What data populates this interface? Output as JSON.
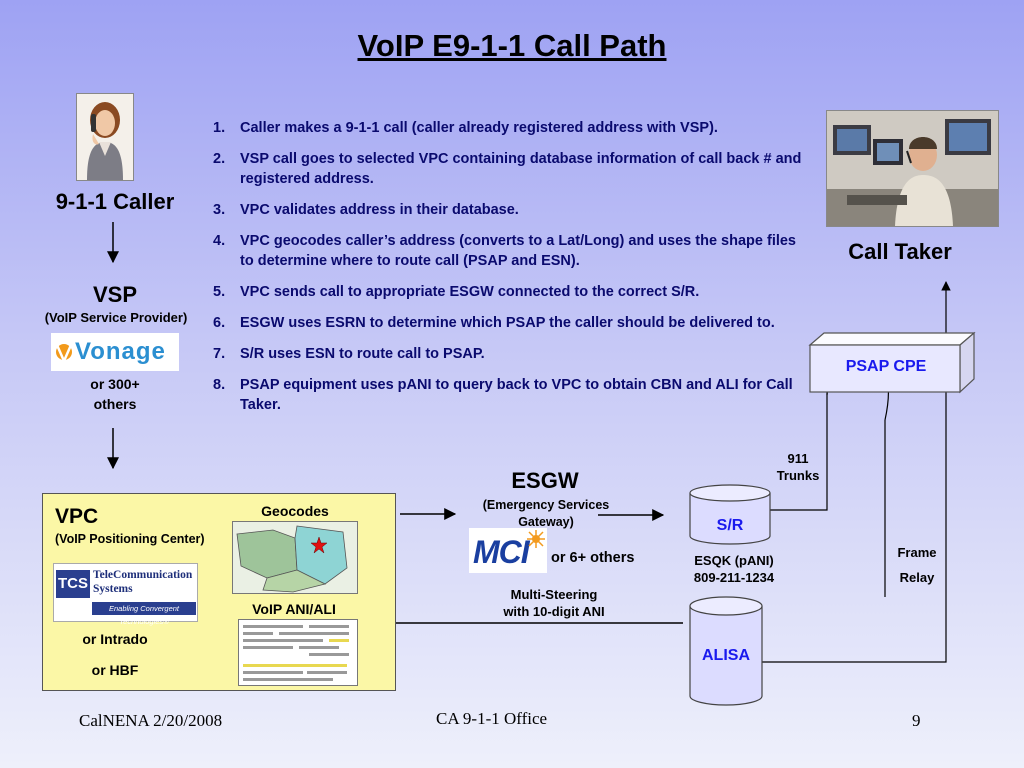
{
  "title": "VoIP E9-1-1 Call Path",
  "steps": [
    {
      "num": "1.",
      "text": "Caller makes a 9-1-1 call (caller already registered address with VSP)."
    },
    {
      "num": "2.",
      "text": "VSP call goes to selected VPC containing database information of call back # and registered address."
    },
    {
      "num": "3.",
      "text": "VPC validates address in their database."
    },
    {
      "num": "4.",
      "text": "VPC geocodes caller’s address (converts to a Lat/Long) and uses the shape files to determine where to route call (PSAP and ESN)."
    },
    {
      "num": "5.",
      "text": "VPC sends call to appropriate ESGW connected to the correct S/R."
    },
    {
      "num": "6.",
      "text": "ESGW uses ESRN to determine which PSAP the caller should be delivered to."
    },
    {
      "num": "7.",
      "text": "S/R uses ESN to route call to PSAP."
    },
    {
      "num": "8.",
      "text": "PSAP equipment uses pANI to query back to VPC to obtain CBN and ALI for Call Taker."
    }
  ],
  "caller": {
    "label": "9-1-1 Caller"
  },
  "vsp": {
    "label": "VSP",
    "sublabel": "(VoIP Service Provider)",
    "logo": "Vonage",
    "others_line1": "or 300+",
    "others_line2": "others"
  },
  "vpc": {
    "label": "VPC",
    "sublabel": "(VoIP Positioning Center)",
    "geocodes_label": "Geocodes",
    "ani_ali_label": "VoIP ANI/ALI",
    "tcs_logo": "TCS",
    "tcs_line1": "TeleCommunication",
    "tcs_line2": "Systems",
    "tcs_tagline": "Enabling Convergent Technologies®",
    "or_intrado": "or Intrado",
    "or_hbf": "or HBF"
  },
  "esgw": {
    "label": "ESGW",
    "sublabel_line1": "(Emergency Services",
    "sublabel_line2": "Gateway)",
    "logo": "MCI",
    "others": "or 6+ others"
  },
  "sr": {
    "label": "S/R",
    "esqk_line1": "ESQK (pANI)",
    "esqk_line2": "809-211-1234"
  },
  "trunks": {
    "line1": "911",
    "line2": "Trunks"
  },
  "frame_relay": {
    "line1": "Frame",
    "line2": "Relay"
  },
  "multi_steering": {
    "line1": "Multi-Steering",
    "line2": "with 10-digit ANI"
  },
  "alisa": {
    "label": "ALISA"
  },
  "psap": {
    "label": "PSAP CPE"
  },
  "call_taker": {
    "label": "Call Taker"
  },
  "footer": {
    "left": "CalNENA 2/20/2008",
    "center": "CA 9-1-1 Office",
    "page": "9"
  },
  "colors": {
    "blue_text": "#0a0a6e",
    "psap_text": "#1a1aee",
    "vpc_fill": "#fbf7a6",
    "cylinder_fill": "#dcdcff"
  }
}
